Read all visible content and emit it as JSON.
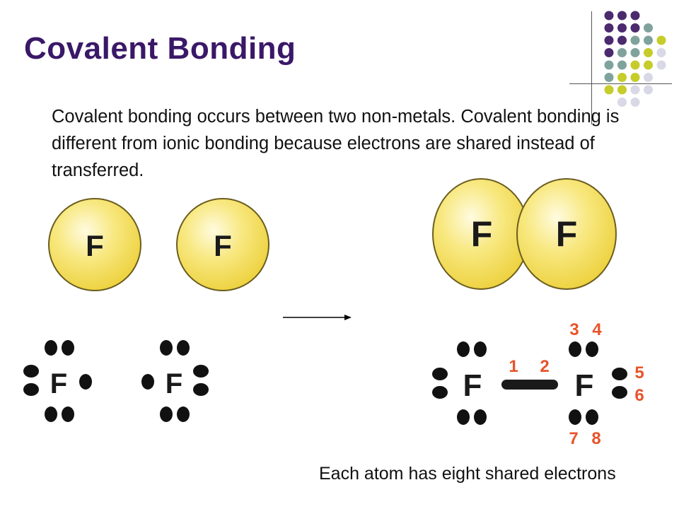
{
  "slide": {
    "title": "Covalent Bonding",
    "body": "Covalent bonding occurs between two non-metals. Covalent bonding is different from ionic bonding because electrons are shared instead of transferred.",
    "caption": "Each atom has eight shared electrons"
  },
  "atoms": {
    "left_pair": [
      "F",
      "F"
    ],
    "bonded_pair": [
      "F",
      "F"
    ]
  },
  "lewis": {
    "left_pair": [
      "F",
      "F"
    ],
    "bonded_pair": [
      "F",
      "F"
    ],
    "electron_numbers": [
      "1",
      "2",
      "3",
      "4",
      "5",
      "6",
      "7",
      "8"
    ]
  },
  "colors": {
    "title": "#3a1868",
    "atom_fill": "#f5dc5a",
    "electron_number": "#e8542a",
    "dot_palette": [
      "#4b2a6e",
      "#7fa39c",
      "#c6cc2a",
      "#d8d8e6"
    ]
  }
}
